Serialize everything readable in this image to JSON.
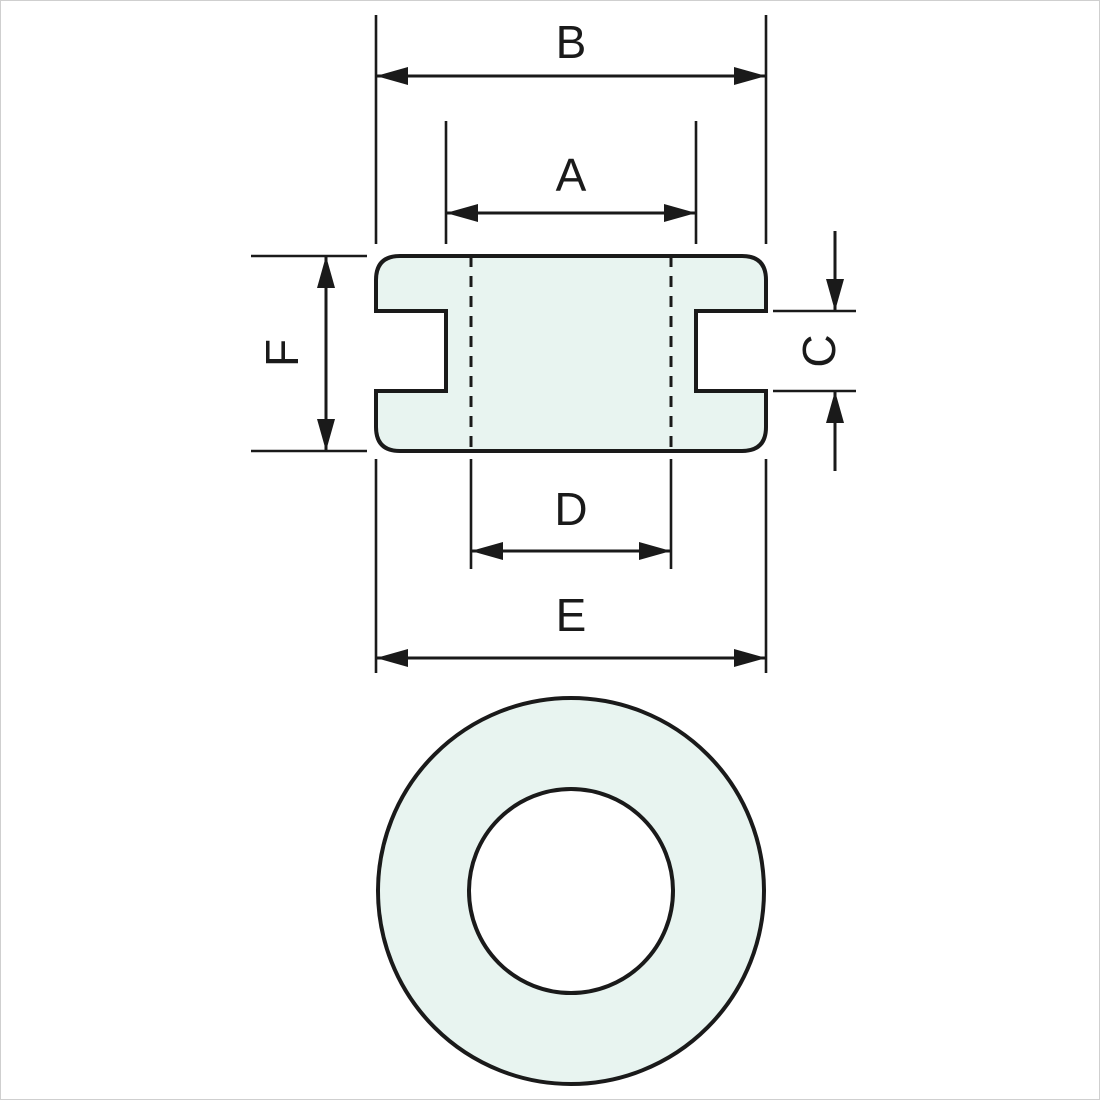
{
  "diagram": {
    "title": "Grommet technical drawing",
    "views": {
      "top": "cross-section (side) view",
      "bottom": "plan (top) view of grommet ring"
    },
    "labels": {
      "dim_a": "A",
      "dim_b": "B",
      "dim_c": "C",
      "dim_d": "D",
      "dim_e": "E",
      "dim_f": "F"
    },
    "colors": {
      "line": "#1a1a1a",
      "fill": "#e8f4f0",
      "hole": "#ffffff",
      "background": "#ffffff"
    }
  }
}
